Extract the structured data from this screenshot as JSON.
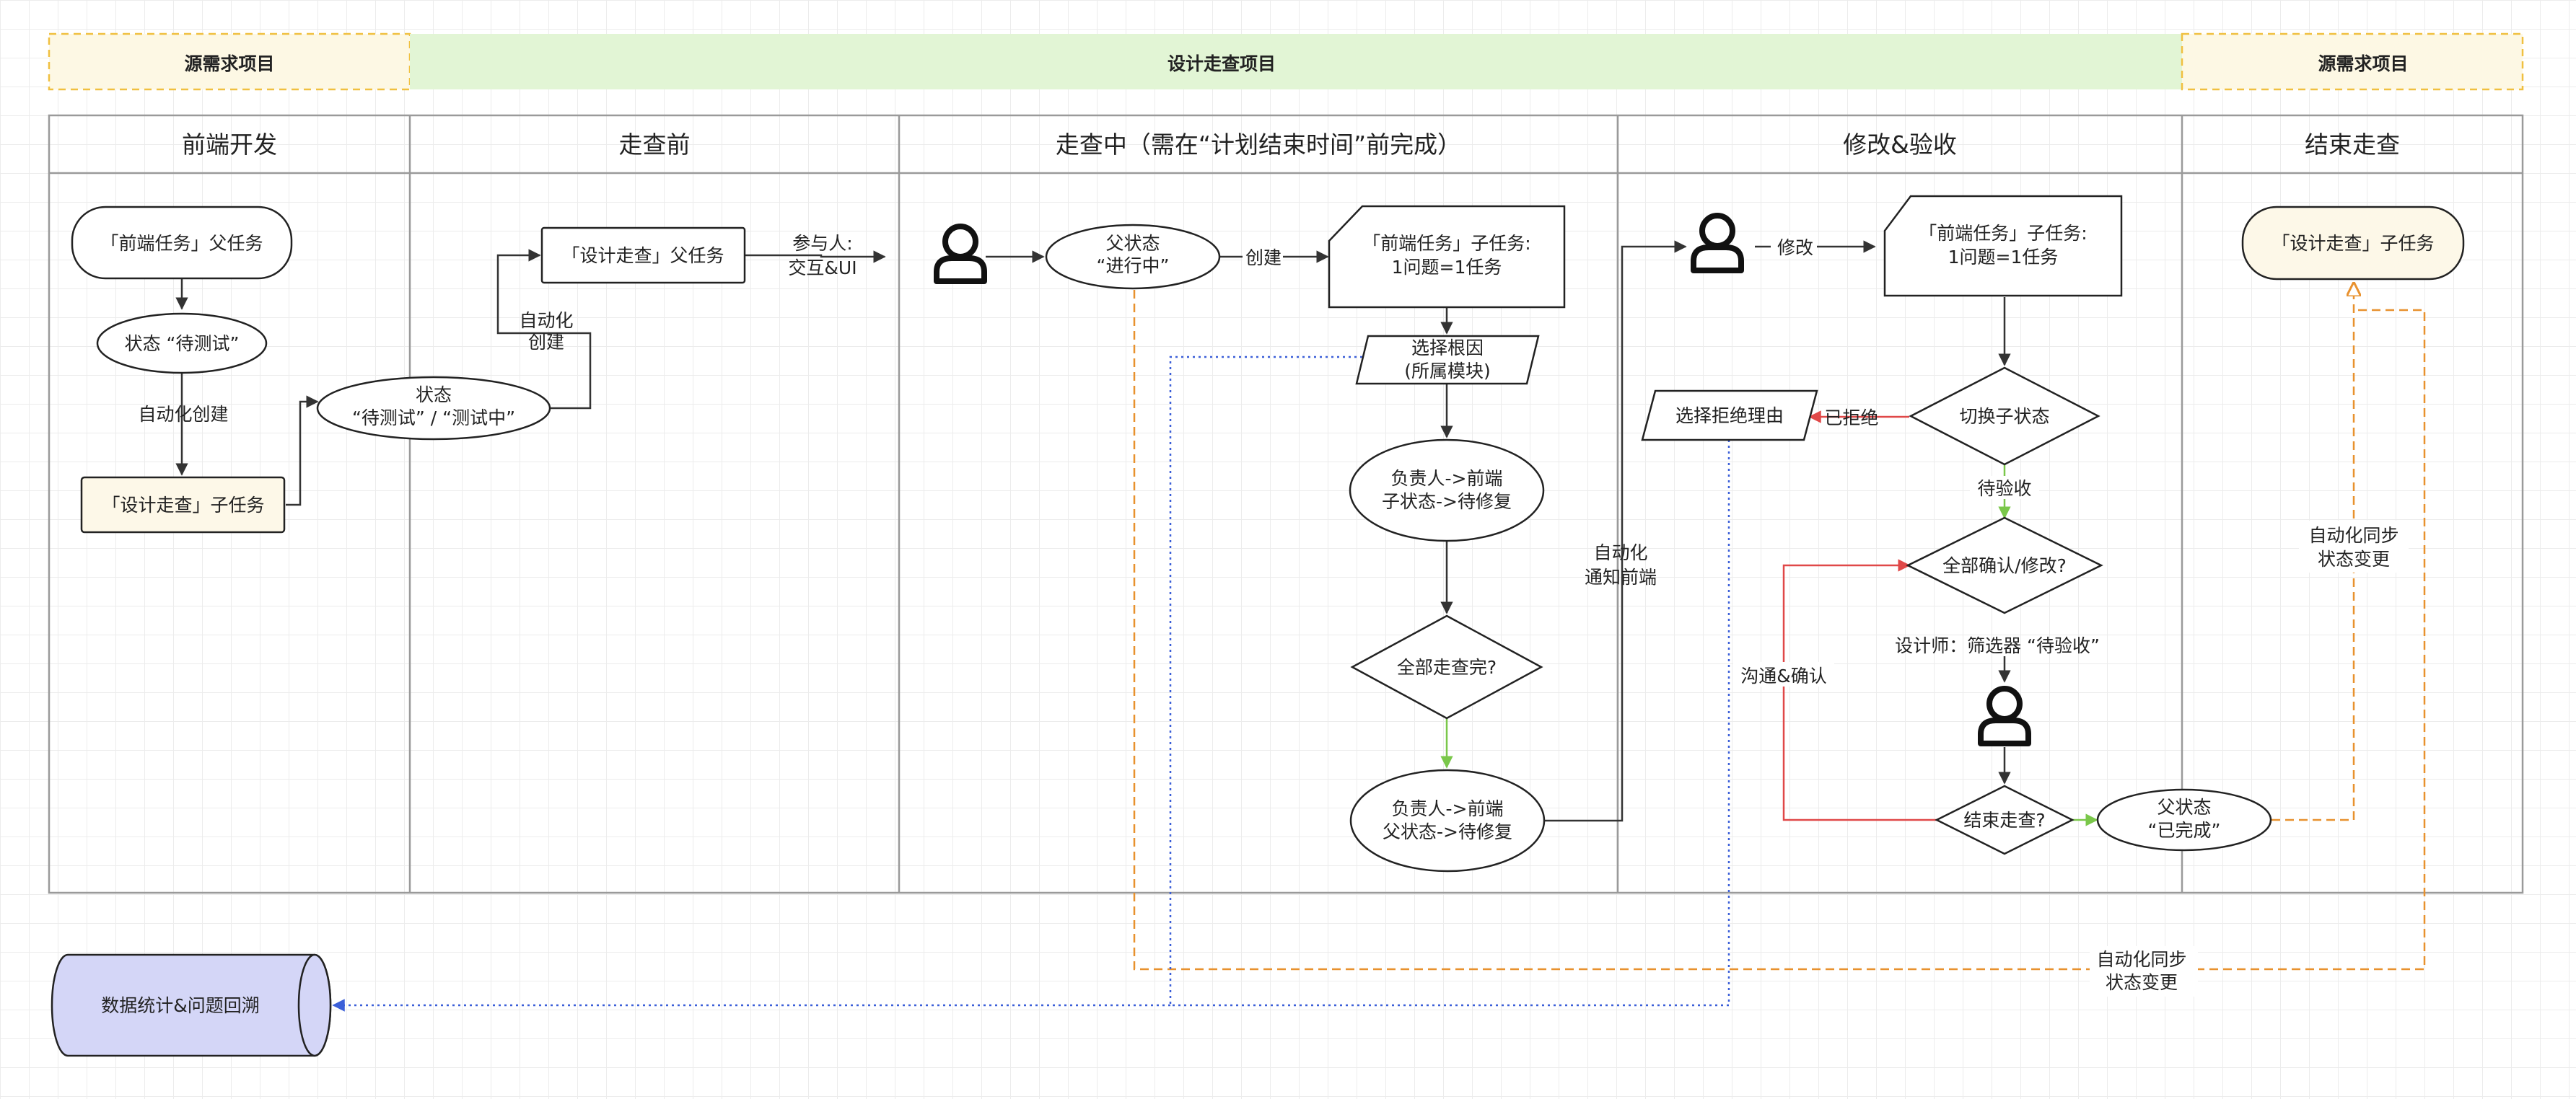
{
  "bands": {
    "left": "源需求项目",
    "center": "设计走查项目",
    "right": "源需求项目"
  },
  "lanes": [
    "前端开发",
    "走查前",
    "走查中（需在“计划结束时间”前完成）",
    "修改&验收",
    "结束走查"
  ],
  "nodes": {
    "fe_parent_task": "「前端任务」父任务",
    "status_to_test": "状态 “待测试”",
    "design_subtask_left": "「设计走查」子任务",
    "status_testing_l1": "状态",
    "status_testing_l2": "“待测试” / “测试中”",
    "design_parent_task": "「设计走查」父任务",
    "parent_in_progress_l1": "父状态",
    "parent_in_progress_l2": "“进行中”",
    "fe_subtask_a_l1": "「前端任务」子任务:",
    "fe_subtask_a_l2": "1问题=1任务",
    "root_cause_l1": "选择根因",
    "root_cause_l2": "(所属模块)",
    "owner_sub_l1": "负责人->前端",
    "owner_sub_l2": "子状态->待修复",
    "all_checked": "全部走查完?",
    "owner_parent_l1": "负责人->前端",
    "owner_parent_l2": "父状态->待修复",
    "fe_subtask_b_l1": "「前端任务」子任务:",
    "fe_subtask_b_l2": "1问题=1任务",
    "switch_substatus": "切换子状态",
    "reject_reason": "选择拒绝理由",
    "all_confirmed": "全部确认/修改?",
    "end_check": "结束走查?",
    "parent_done_l1": "父状态",
    "parent_done_l2": "“已完成”",
    "design_subtask_right": "「设计走查」子任务",
    "data_stats": "数据统计&问题回溯"
  },
  "labels": {
    "auto_create": "自动化创建",
    "auto_l1": "自动化",
    "auto_l2": "创建",
    "participants_l1": "参与人:",
    "participants_l2": "交互&UI",
    "create": "创建",
    "notify_l1": "自动化",
    "notify_l2": "通知前端",
    "modify": "修改",
    "rejected": "已拒绝",
    "pending_accept": "待验收",
    "designer_filter": "设计师：筛选器 “待验收”",
    "communicate": "沟通&确认",
    "sync_right_l1": "自动化同步",
    "sync_right_l2": "状态变更",
    "sync_bottom_l1": "自动化同步",
    "sync_bottom_l2": "状态变更"
  },
  "colors": {
    "source_band_fill": "#fdf8e4",
    "source_band_border": "#f0c040",
    "design_band_fill": "#e2f5d5",
    "highlight_fill": "#fdf8e8",
    "store_fill": "#d4d6f7",
    "orange": "#e8912e",
    "blue": "#3b5fd8",
    "red": "#e04848",
    "green": "#7ac74a"
  },
  "icons": [
    "person-icon-1",
    "person-icon-2",
    "person-icon-3"
  ]
}
